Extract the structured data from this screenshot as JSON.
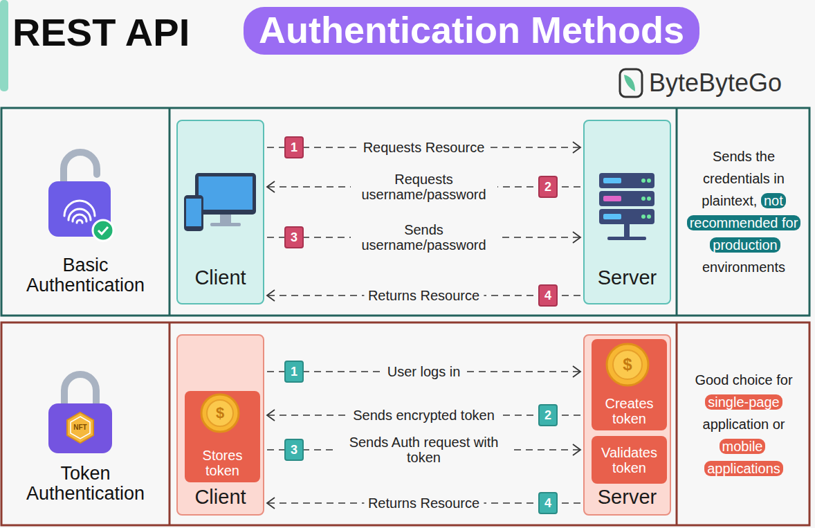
{
  "diagram": {
    "title": "REST API",
    "nodes": [
      {
        "text": [
          "Basic Authentication"
        ]
      },
      {
        "text": [
          "Client"
        ]
      },
      {
        "text": [
          "Server"
        ]
      },
      {
        "text": [
          "Sends the credentials in plaintext,",
          "not recommended for production",
          "environments"
        ]
      },
      {
        "text": [
          "Token Authentication"
        ]
      },
      {
        "text": [
          "Client"
        ]
      },
      {
        "text": [
          "Stores token"
        ],
        "in": 5
      },
      {
        "text": [
          "Server"
        ]
      },
      {
        "text": [
          "Creates token"
        ],
        "in": 7
      },
      {
        "text": [
          "Validates token"
        ],
        "in": 7
      },
      {
        "text": [
          "Good choice for",
          "single-page",
          "application or",
          "mobile applications"
        ]
      }
    ],
    "edges": [
      {
        "from": 1,
        "to": 2,
        "label": "Requests Resource",
        "arrow": "to"
      },
      {
        "from": 2,
        "to": 1,
        "label": "Requests username/password",
        "arrow": "to"
      },
      {
        "from": 1,
        "to": 2,
        "label": "Sends username/password",
        "arrow": "to"
      },
      {
        "from": 2,
        "to": 1,
        "label": "Returns Resource",
        "arrow": "to"
      },
      {
        "from": 5,
        "to": 7,
        "label": "User logs in",
        "arrow": "to"
      },
      {
        "from": 7,
        "to": 5,
        "label": "Sends encrypted token",
        "arrow": "to"
      },
      {
        "from": 5,
        "to": 7,
        "label": "Sends Auth request with token",
        "arrow": "to"
      },
      {
        "from": 7,
        "to": 5,
        "label": "Returns Resource",
        "arrow": "to"
      }
    ],
    "labels": [
      "Authentication Methods",
      "ByteByteGo",
      "NFT",
      "$",
      "$",
      "1",
      "2",
      "3",
      "4",
      "1",
      "2",
      "3",
      "4"
    ]
  }
}
